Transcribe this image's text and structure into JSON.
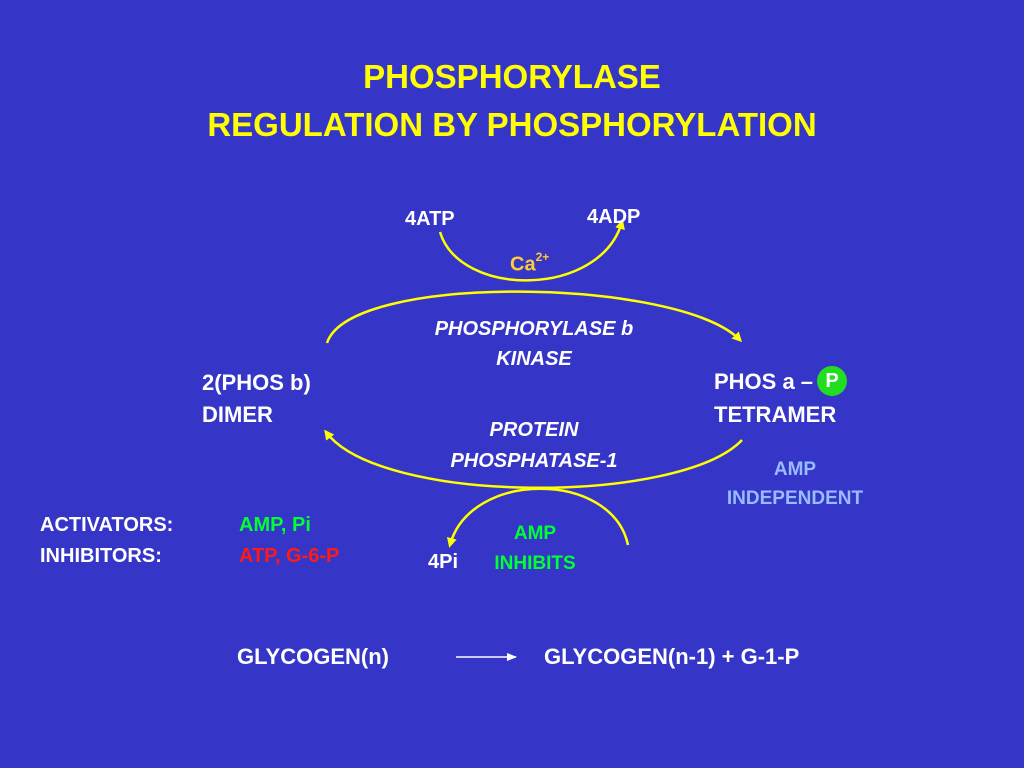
{
  "title": {
    "line1": "PHOSPHORYLASE",
    "line2": "REGULATION BY PHOSPHORYLATION"
  },
  "cycle": {
    "atp_in": "4ATP",
    "adp_out": "4ADP",
    "cofactor": "Ca",
    "cofactor_charge": "2+",
    "kinase_line1": "PHOSPHORYLASE b",
    "kinase_line2": "KINASE",
    "phosphatase_line1": "PROTEIN",
    "phosphatase_line2": "PHOSPHATASE-1",
    "pi_out": "4Pi",
    "amp_line1": "AMP",
    "amp_line2": "INHIBITS"
  },
  "left_state": {
    "line1": "2(PHOS b)",
    "line2": "DIMER"
  },
  "right_state": {
    "line1": "PHOS a –",
    "badge": "P",
    "line2": "TETRAMER",
    "note_line1": "AMP",
    "note_line2": "INDEPENDENT"
  },
  "regulators": {
    "activators_label": "ACTIVATORS:",
    "activators_value": "AMP, Pi",
    "inhibitors_label": "INHIBITORS:",
    "inhibitors_value": "ATP, G-6-P"
  },
  "reaction": {
    "left": "GLYCOGEN(n)",
    "right": "GLYCOGEN(n-1) + G-1-P"
  },
  "colors": {
    "background": "#3535c8",
    "title": "#ffff00",
    "arrows": "#ffff00",
    "activators": "#00ff33",
    "inhibitors": "#ff1a1a",
    "note": "#99bbff"
  }
}
